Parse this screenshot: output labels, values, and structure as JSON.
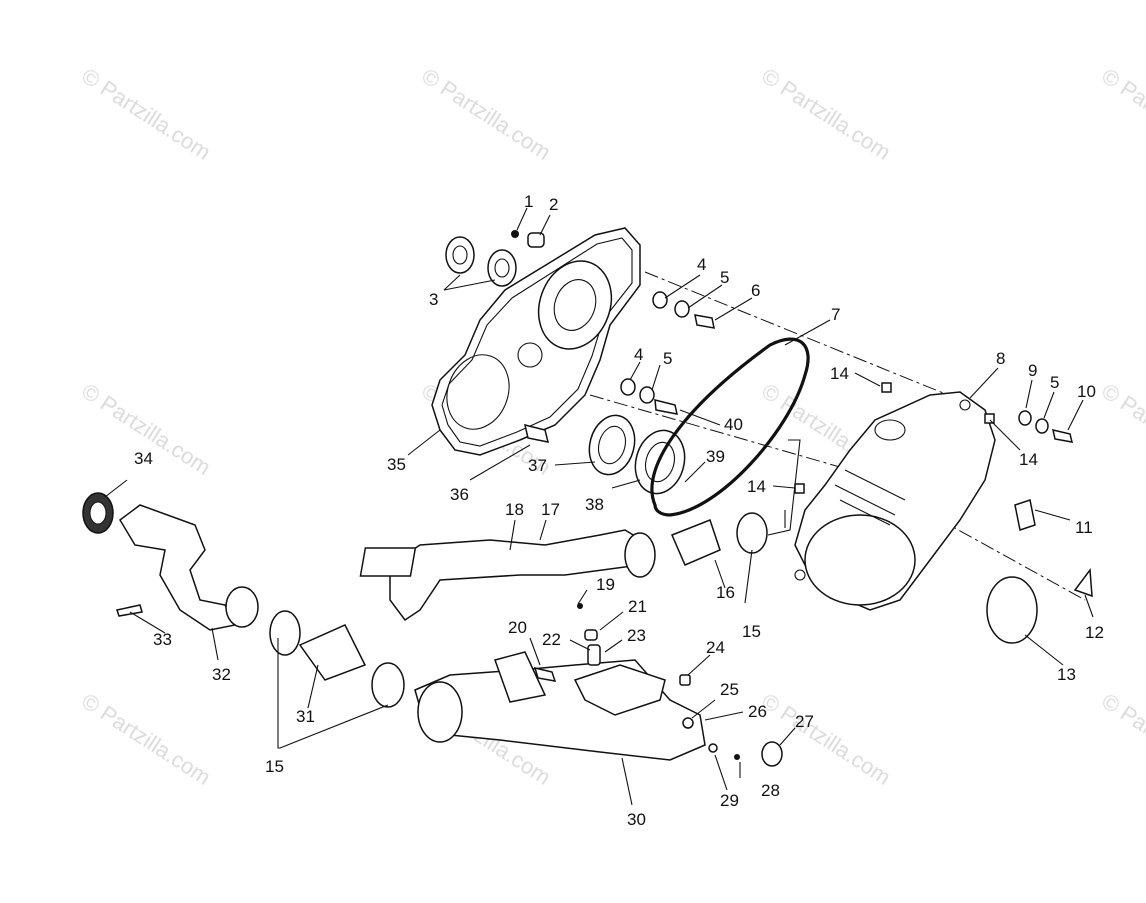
{
  "watermark": "© Partzilla.com",
  "labels": [
    "1",
    "2",
    "3",
    "4",
    "5",
    "6",
    "7",
    "4",
    "5",
    "40",
    "35",
    "36",
    "37",
    "38",
    "39",
    "8",
    "9",
    "5",
    "10",
    "14",
    "14",
    "14",
    "11",
    "12",
    "13",
    "34",
    "18",
    "17",
    "19",
    "33",
    "32",
    "16",
    "15",
    "21",
    "22",
    "23",
    "20",
    "24",
    "25",
    "26",
    "27",
    "31",
    "15",
    "28",
    "29",
    "30"
  ],
  "colors": {
    "line": "#111111",
    "watermark": "#dcdcdc",
    "background": "#ffffff"
  }
}
